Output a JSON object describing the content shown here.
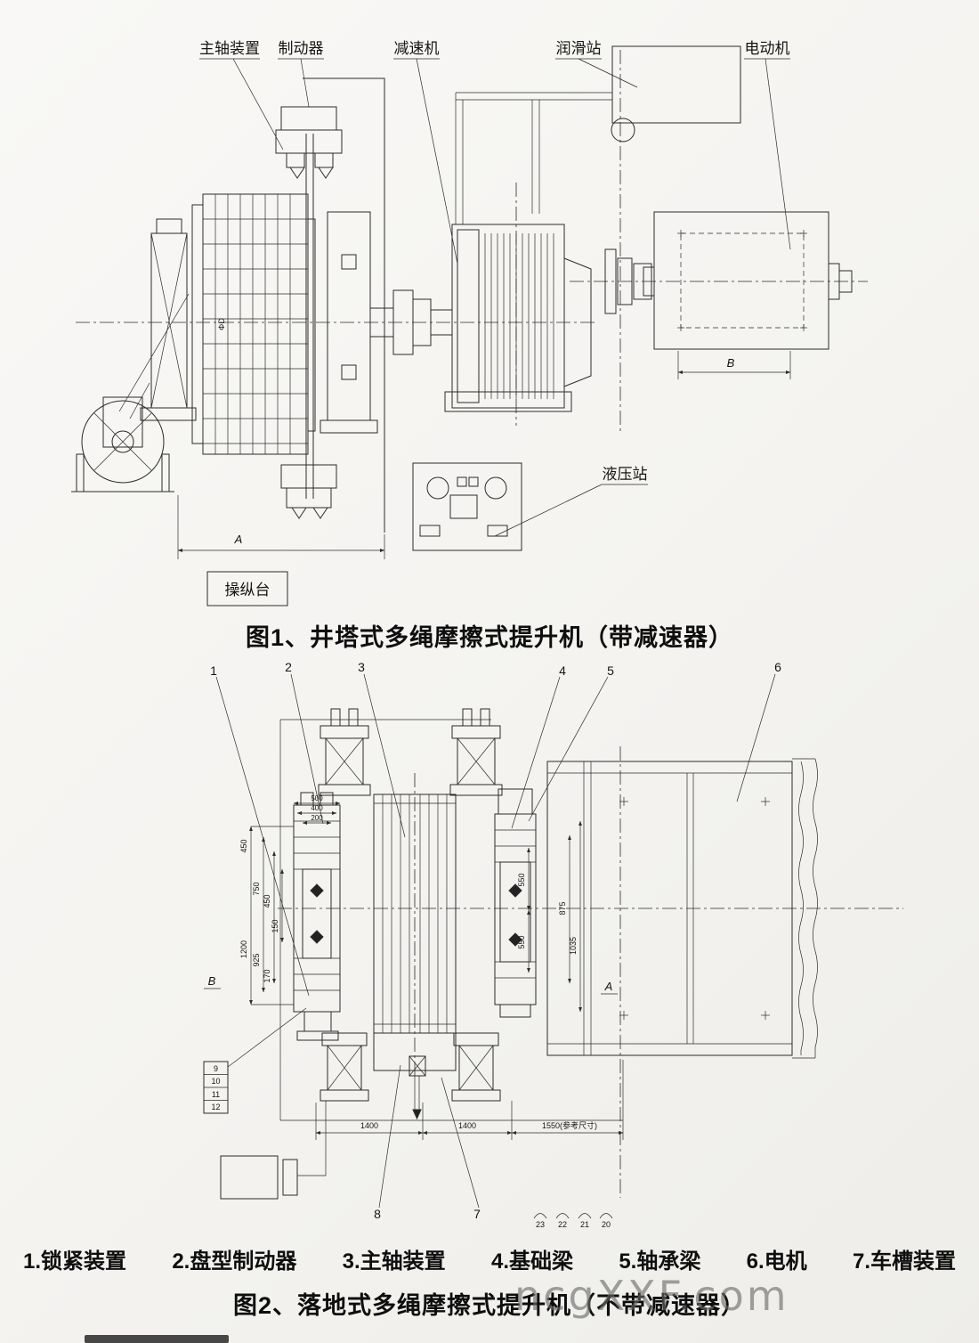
{
  "figure1": {
    "caption": "图1、井塔式多绳摩擦式提升机（带减速器）",
    "labels": {
      "main_shaft_device": "主轴装置",
      "brake": "制动器",
      "reducer": "减速机",
      "lube_station": "润滑站",
      "motor": "电动机",
      "hydraulic_station": "液压站",
      "console": "操纵台"
    },
    "dims": {
      "a": "A",
      "b": "B",
      "phi_d": "ΦD"
    }
  },
  "figure2": {
    "caption": "图2、落地式多绳摩擦式提升机（不带减速器）",
    "callouts": {
      "c1": "1",
      "c2": "2",
      "c3": "3",
      "c4": "4",
      "c5": "5",
      "c6": "6",
      "c7": "7",
      "c8": "8",
      "c9": "9",
      "c10": "10",
      "c11": "11",
      "c12": "12",
      "c20": "20",
      "c21": "21",
      "c22": "22",
      "c23": "23"
    },
    "dims": {
      "d500": "500",
      "d400": "400",
      "d200": "200",
      "d450a": "450",
      "d750": "750",
      "d450b": "450",
      "d150": "150",
      "d1200": "1200",
      "d925": "925",
      "d170": "170",
      "d550a": "550",
      "d550b": "550",
      "d875": "875",
      "d1035": "1035",
      "d1400a": "1400",
      "d1400b": "1400",
      "d1550": "1550(参考尺寸)",
      "a": "A",
      "b": "B"
    }
  },
  "legend": {
    "items": [
      "1.锁紧装置",
      "2.盘型制动器",
      "3.主轴装置",
      "4.基础梁",
      "5.轴承梁",
      "6.电机",
      "7.车槽装置"
    ]
  },
  "watermark": "ncgXXF.com"
}
